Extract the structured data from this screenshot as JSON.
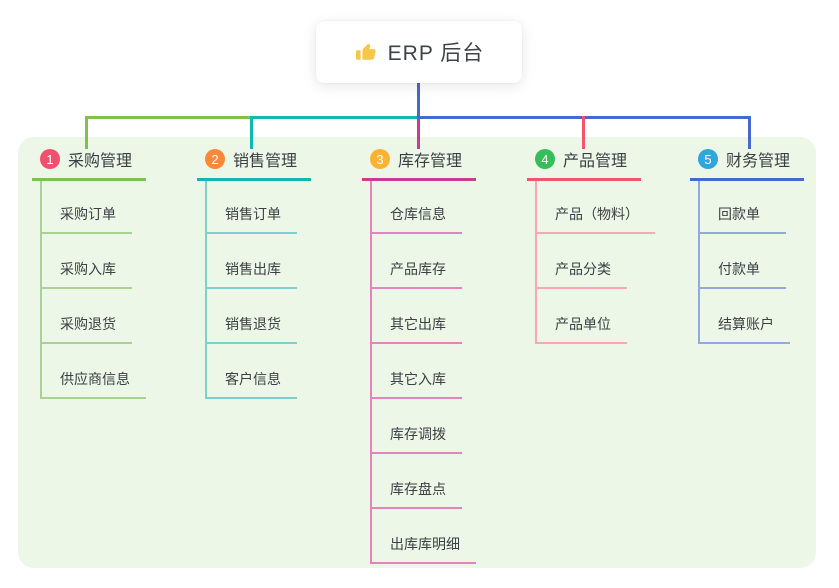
{
  "root": {
    "label": "ERP 后台",
    "icon": "thumbs-up-icon",
    "icon_color": "#F7C548"
  },
  "canvas": {
    "background": "#FFFFFF",
    "panel_background": "#ECF7E7",
    "text_color": "#3B4045",
    "root_line_color": "#4768CC"
  },
  "branches": [
    {
      "number": "1",
      "title": "采购管理",
      "badge_color": "#F0506E",
      "line_color": "#82BE50",
      "light_line_color": "#ABD295",
      "children": [
        "采购订单",
        "采购入库",
        "采购退货",
        "供应商信息"
      ]
    },
    {
      "number": "2",
      "title": "销售管理",
      "badge_color": "#F9883B",
      "line_color": "#12B7B0",
      "light_line_color": "#7DD0CB",
      "children": [
        "销售订单",
        "销售出库",
        "销售退货",
        "客户信息"
      ]
    },
    {
      "number": "3",
      "title": "库存管理",
      "badge_color": "#FDB331",
      "line_color": "#CC3A92",
      "light_line_color": "#E583BD",
      "children": [
        "仓库信息",
        "产品库存",
        "其它出库",
        "其它入库",
        "库存调拨",
        "库存盘点",
        "出库库明细"
      ]
    },
    {
      "number": "4",
      "title": "产品管理",
      "badge_color": "#36BE5B",
      "line_color": "#F4536C",
      "light_line_color": "#F9A9B4",
      "children": [
        "产品（物料）",
        "产品分类",
        "产品单位"
      ]
    },
    {
      "number": "5",
      "title": "财务管理",
      "badge_color": "#2FA6DE",
      "line_color": "#4768CC",
      "light_line_color": "#92A8DE",
      "children": [
        "回款单",
        "付款单",
        "结算账户"
      ]
    }
  ]
}
